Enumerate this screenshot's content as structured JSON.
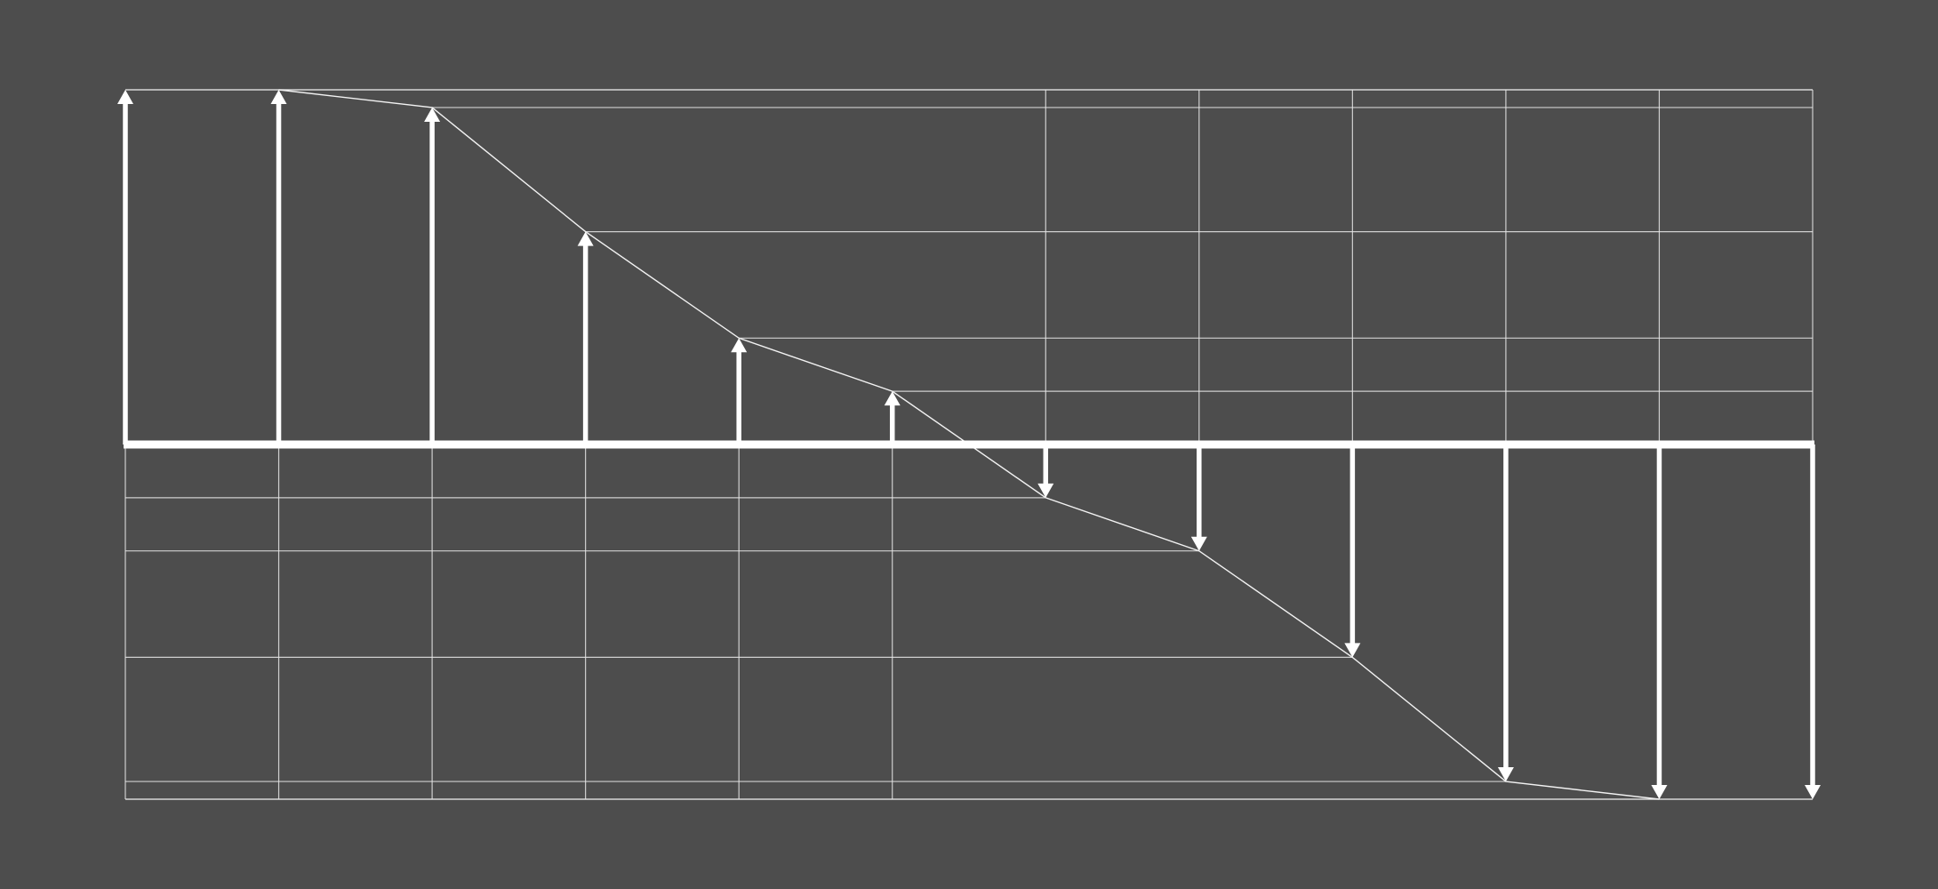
{
  "chart_data": {
    "type": "stem",
    "x": [
      0,
      1,
      2,
      3,
      4,
      5,
      6,
      7,
      8,
      9,
      10,
      11
    ],
    "values": [
      1.0,
      1.0,
      0.95,
      0.6,
      0.3,
      0.15,
      -0.15,
      -0.3,
      -0.6,
      -0.95,
      -1.0,
      -1.0
    ],
    "ylim": [
      -1.0,
      1.0
    ],
    "grid": true,
    "colors": {
      "background": "#4d4d4d",
      "stem": "#ffffff",
      "grid": "#e6e6e6"
    }
  }
}
